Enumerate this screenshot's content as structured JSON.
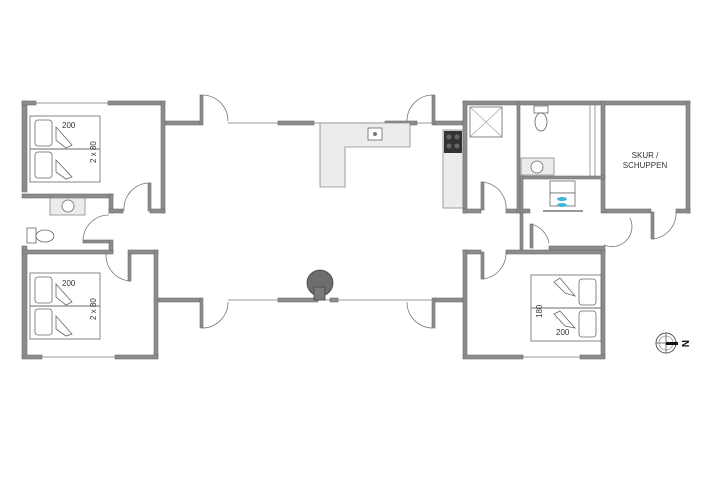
{
  "rooms": {
    "bedroom_top_left": {
      "bed_length": "200",
      "bed_width": "2 x 80"
    },
    "bedroom_bottom_left": {
      "bed_length": "200",
      "bed_width": "2 x 80"
    },
    "bedroom_bottom_right": {
      "bed_length": "200",
      "bed_width": "180"
    },
    "shed": {
      "label_line1": "SKUR /",
      "label_line2": "SCHUPPEN"
    }
  },
  "compass": {
    "label": "N"
  },
  "colors": {
    "wall": "#8c8c8c",
    "stove": "#333333",
    "fireplace": "#6d6d6d",
    "washer_accent": "#3fb6d8"
  }
}
